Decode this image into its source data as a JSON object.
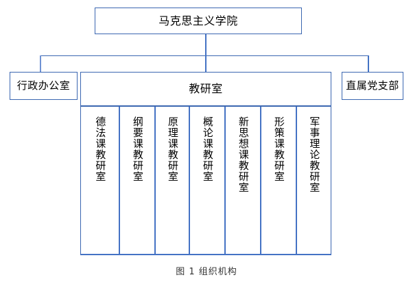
{
  "figure": {
    "caption": "图 1 组织机构",
    "accent_color": "#4472C4",
    "line_color": "#3A66B0"
  },
  "root": {
    "label": "马克思主义学院"
  },
  "level2": [
    {
      "label": "行政办公室",
      "name": "admin-office"
    },
    {
      "label": "教研室",
      "name": "teaching-research-office"
    },
    {
      "label": "直属党支部",
      "name": "party-branch"
    }
  ],
  "departments": [
    {
      "label": "德法课教研室"
    },
    {
      "label": "纲要课教研室"
    },
    {
      "label": "原理课教研室"
    },
    {
      "label": "概论课教研室"
    },
    {
      "label": "新思想课教研室"
    },
    {
      "label": "形策课教研室"
    },
    {
      "label": "军事理论教研室"
    }
  ]
}
